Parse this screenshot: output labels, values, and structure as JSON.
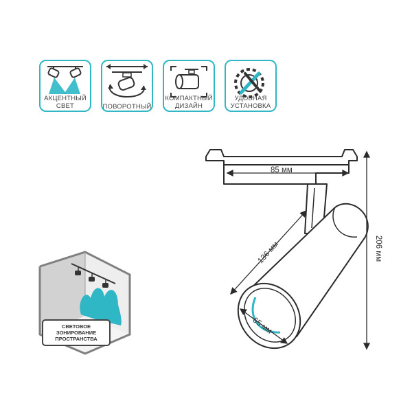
{
  "features": [
    {
      "label": "АКЦЕНТНЫЙ\nСВЕТ",
      "icon": "accent-spotlight-icon"
    },
    {
      "label": "ПОВОРОТНЫЙ",
      "icon": "rotate-icon"
    },
    {
      "label": "КОМПАКТНЫЙ\nДИЗАЙН",
      "icon": "compact-design-icon"
    },
    {
      "label": "УДОБНАЯ\nУСТАНОВКА",
      "icon": "easy-install-icon"
    }
  ],
  "dimensions": {
    "track_width": "85 мм",
    "body_length": "136 мм",
    "total_height": "206 мм",
    "diameter": "65 мм"
  },
  "room_caption": "СВЕТОВОЕ\nЗОНИРОВАНИЕ\nПРОСТРАНСТВА",
  "colors": {
    "accent": "#2fb7c6",
    "line": "#2b2b2b",
    "frame": "#808080"
  }
}
